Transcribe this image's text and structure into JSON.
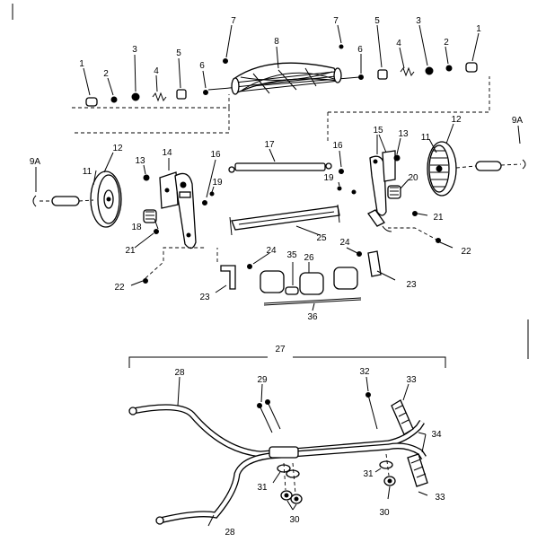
{
  "labels": {
    "l1": "1",
    "l2": "2",
    "l3": "3",
    "l4": "4",
    "l5": "5",
    "l6": "6",
    "l7": "7",
    "l8": "8",
    "l9a": "9A",
    "l11": "11",
    "l12": "12",
    "l13": "13",
    "l14": "14",
    "l15": "15",
    "l16": "16",
    "l17": "17",
    "l18": "18",
    "l19": "19",
    "l20": "20",
    "l21": "21",
    "l22": "22",
    "l23": "23",
    "l24": "24",
    "l25": "25",
    "l26": "26",
    "l27": "27",
    "l28": "28",
    "l29": "29",
    "l30": "30",
    "l31": "31",
    "l32": "32",
    "l33": "33",
    "l34": "34",
    "l35": "35",
    "l36": "36"
  }
}
